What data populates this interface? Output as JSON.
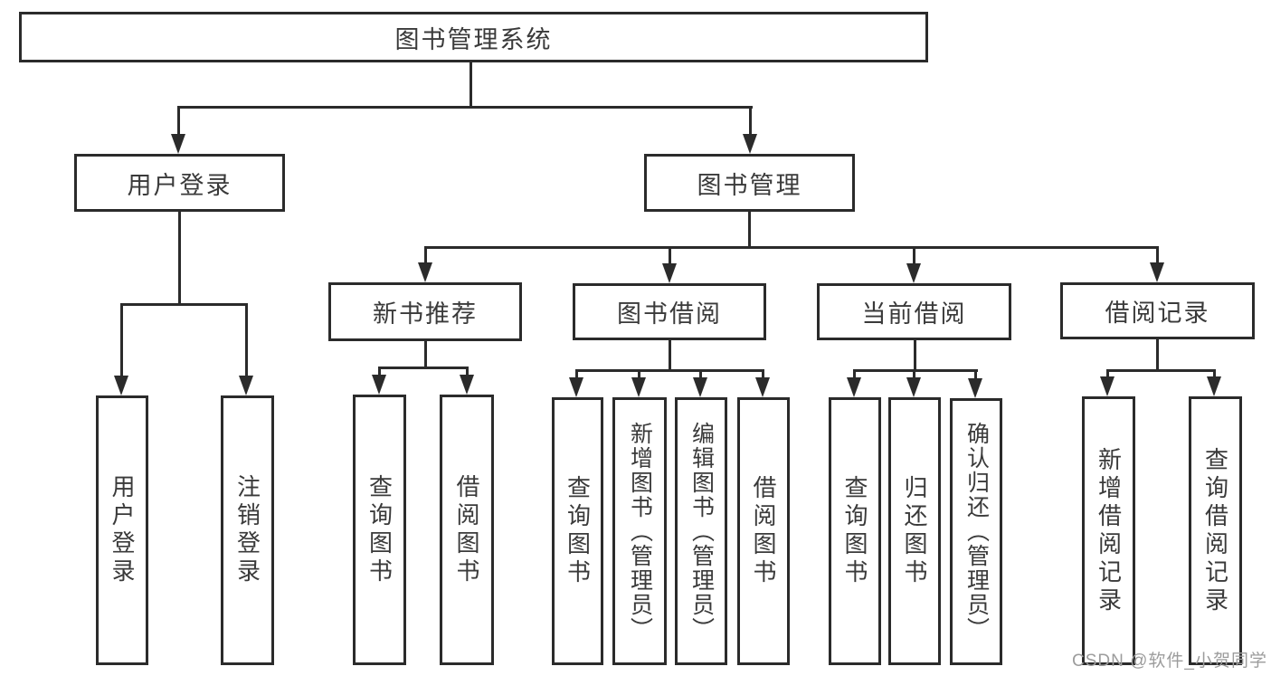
{
  "diagram": {
    "title": "图书管理系统",
    "level2": [
      {
        "label": "用户登录"
      },
      {
        "label": "图书管理"
      }
    ],
    "level3": [
      {
        "label": "新书推荐"
      },
      {
        "label": "图书借阅"
      },
      {
        "label": "当前借阅"
      },
      {
        "label": "借阅记录"
      }
    ],
    "leaves": {
      "login": [
        {
          "label": "用户登录"
        },
        {
          "label": "注销登录"
        }
      ],
      "recommend": [
        {
          "label": "查询图书"
        },
        {
          "label": "借阅图书"
        }
      ],
      "borrow": [
        {
          "label": "查询图书"
        },
        {
          "label": "新增图书（管理员）"
        },
        {
          "label": "编辑图书（管理员）"
        },
        {
          "label": "借阅图书"
        }
      ],
      "current": [
        {
          "label": "查询图书"
        },
        {
          "label": "归还图书"
        },
        {
          "label": "确认归还（管理员）"
        }
      ],
      "records": [
        {
          "label": "新增借阅记录"
        },
        {
          "label": "查询借阅记录"
        }
      ]
    },
    "watermark": "CSDN @软件_小贺同学",
    "colors": {
      "line": "#2b2b2b",
      "text": "#3a3a3a",
      "watermark": "#9c9c9c",
      "background": "#ffffff"
    }
  }
}
